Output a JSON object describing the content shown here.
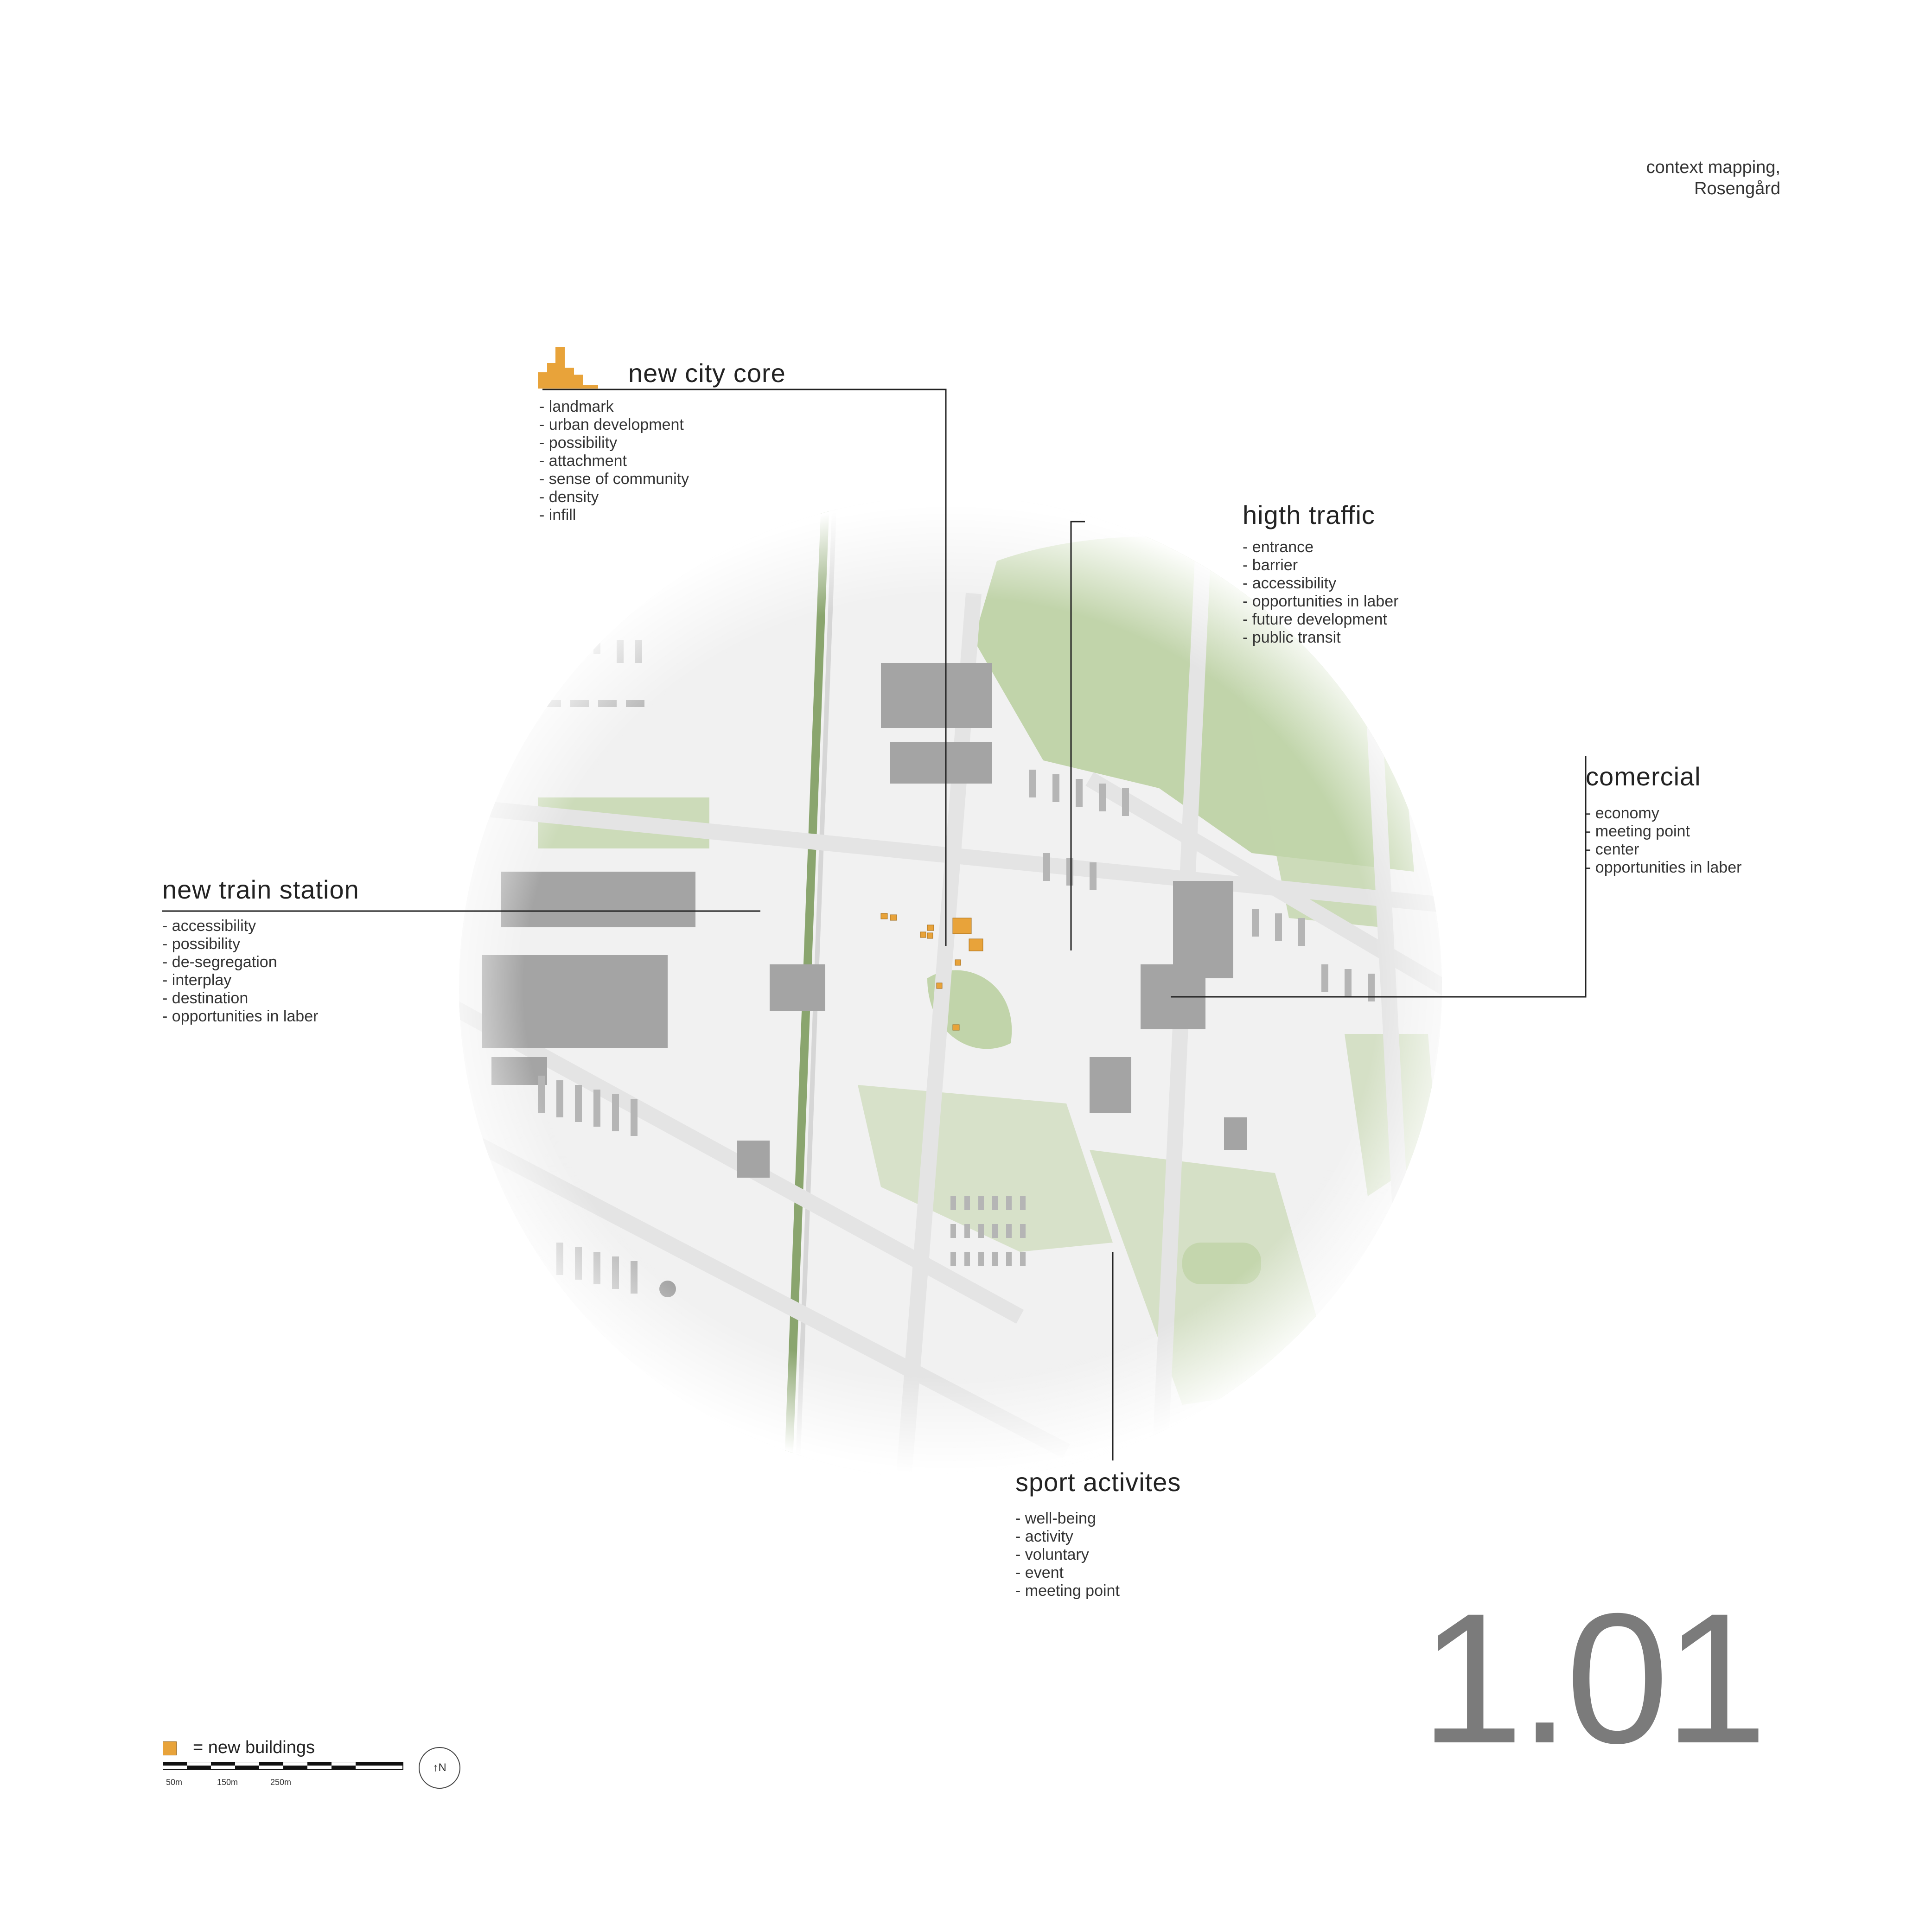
{
  "header": {
    "line1": "context mapping,",
    "line2": "Rosengård"
  },
  "map": {
    "description_colors": {
      "building": "#9e9e9e",
      "street": "#ececec",
      "green": "#a8c48a",
      "highlight": "#e8a33a"
    }
  },
  "callouts": [
    {
      "key": "new_city_core",
      "title": "new city core",
      "items": [
        "landmark",
        "urban development",
        "possibility",
        "attachment",
        "sense of community",
        "density",
        "infill"
      ]
    },
    {
      "key": "high_traffic",
      "title": "higth traffic",
      "items": [
        "entrance",
        "barrier",
        "accessibility",
        "opportunities in laber",
        "future development",
        "public transit"
      ]
    },
    {
      "key": "commercial",
      "title": "comercial",
      "items": [
        "economy",
        "meeting point",
        "center",
        "opportunities in laber"
      ]
    },
    {
      "key": "new_train_station",
      "title": "new train station",
      "items": [
        "accessibility",
        "possibility",
        "de-segregation",
        "interplay",
        "destination",
        "opportunities in laber"
      ]
    },
    {
      "key": "sport",
      "title": "sport activites",
      "items": [
        "well-being",
        "activity",
        "voluntary",
        "event",
        "meeting point"
      ]
    }
  ],
  "legend": {
    "new_buildings_label": "= new buildings",
    "highlight_color": "#e8a33a"
  },
  "scale_bar": {
    "labels": [
      "50m",
      "150m",
      "250m"
    ]
  },
  "north_label": "N",
  "page_number": "1.01"
}
